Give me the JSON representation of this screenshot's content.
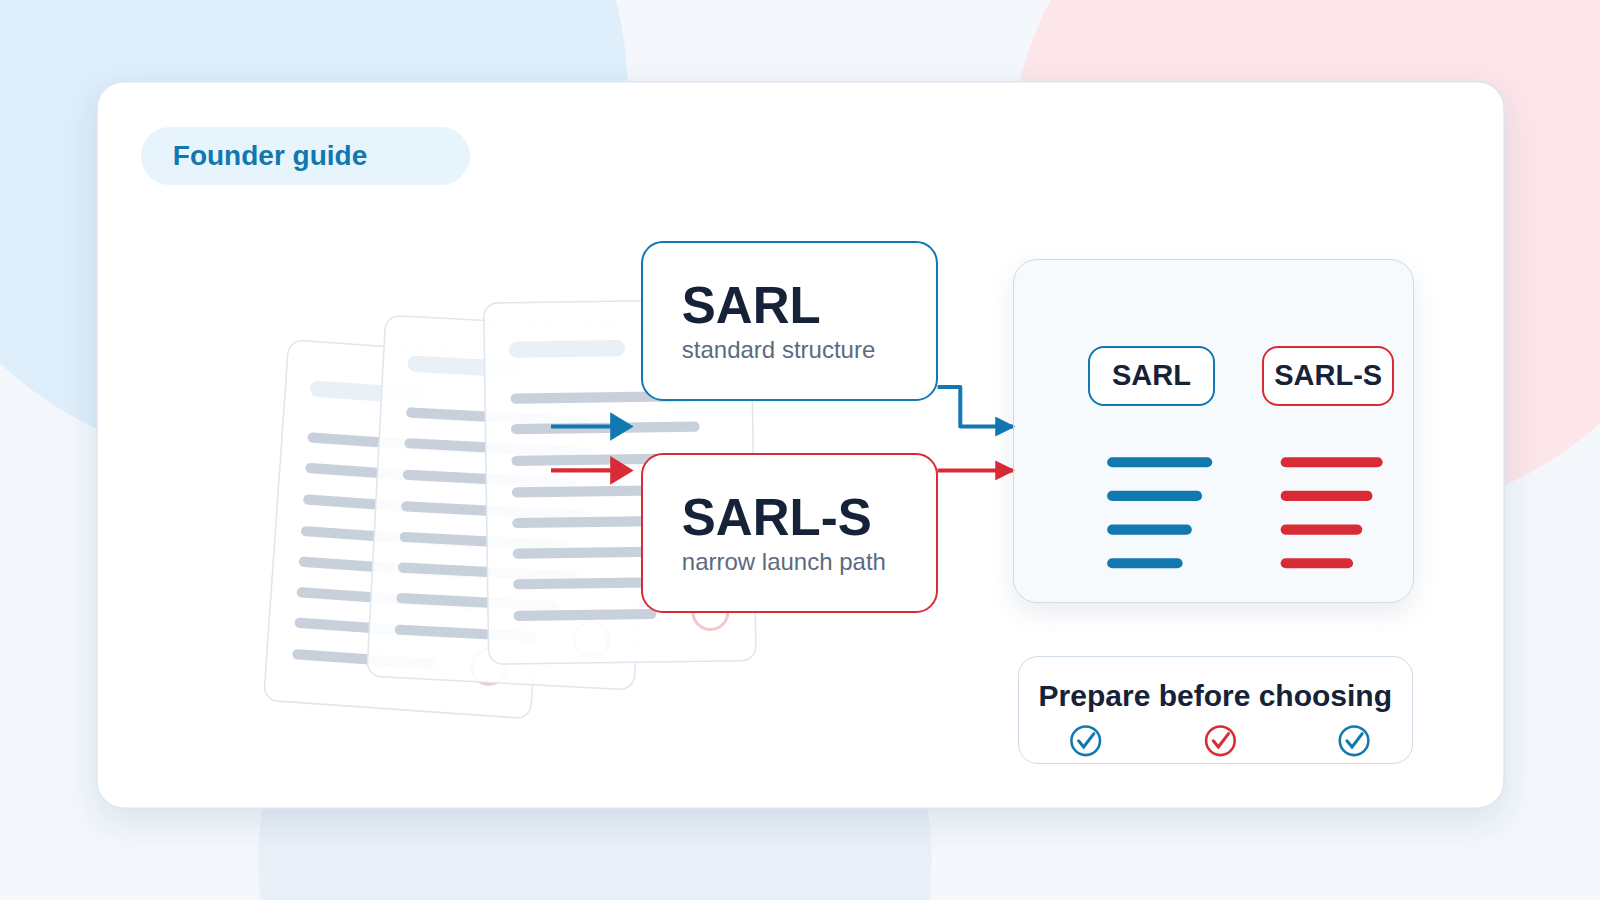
{
  "diagram": {
    "title": "Founder guide",
    "nodes": [
      {
        "text": [
          "SARL",
          "standard structure"
        ]
      },
      {
        "text": [
          "SARL-S",
          "narrow launch path"
        ]
      },
      {
        "text": []
      },
      {
        "text": [
          "SARL"
        ],
        "in": 2
      },
      {
        "text": [
          "SARL-S"
        ],
        "in": 2
      },
      {
        "text": [
          "Prepare before choosing"
        ]
      }
    ],
    "edges": [
      {
        "from": 0,
        "to": 2,
        "arrow": "to"
      },
      {
        "from": 1,
        "to": 2,
        "arrow": "to"
      }
    ]
  }
}
